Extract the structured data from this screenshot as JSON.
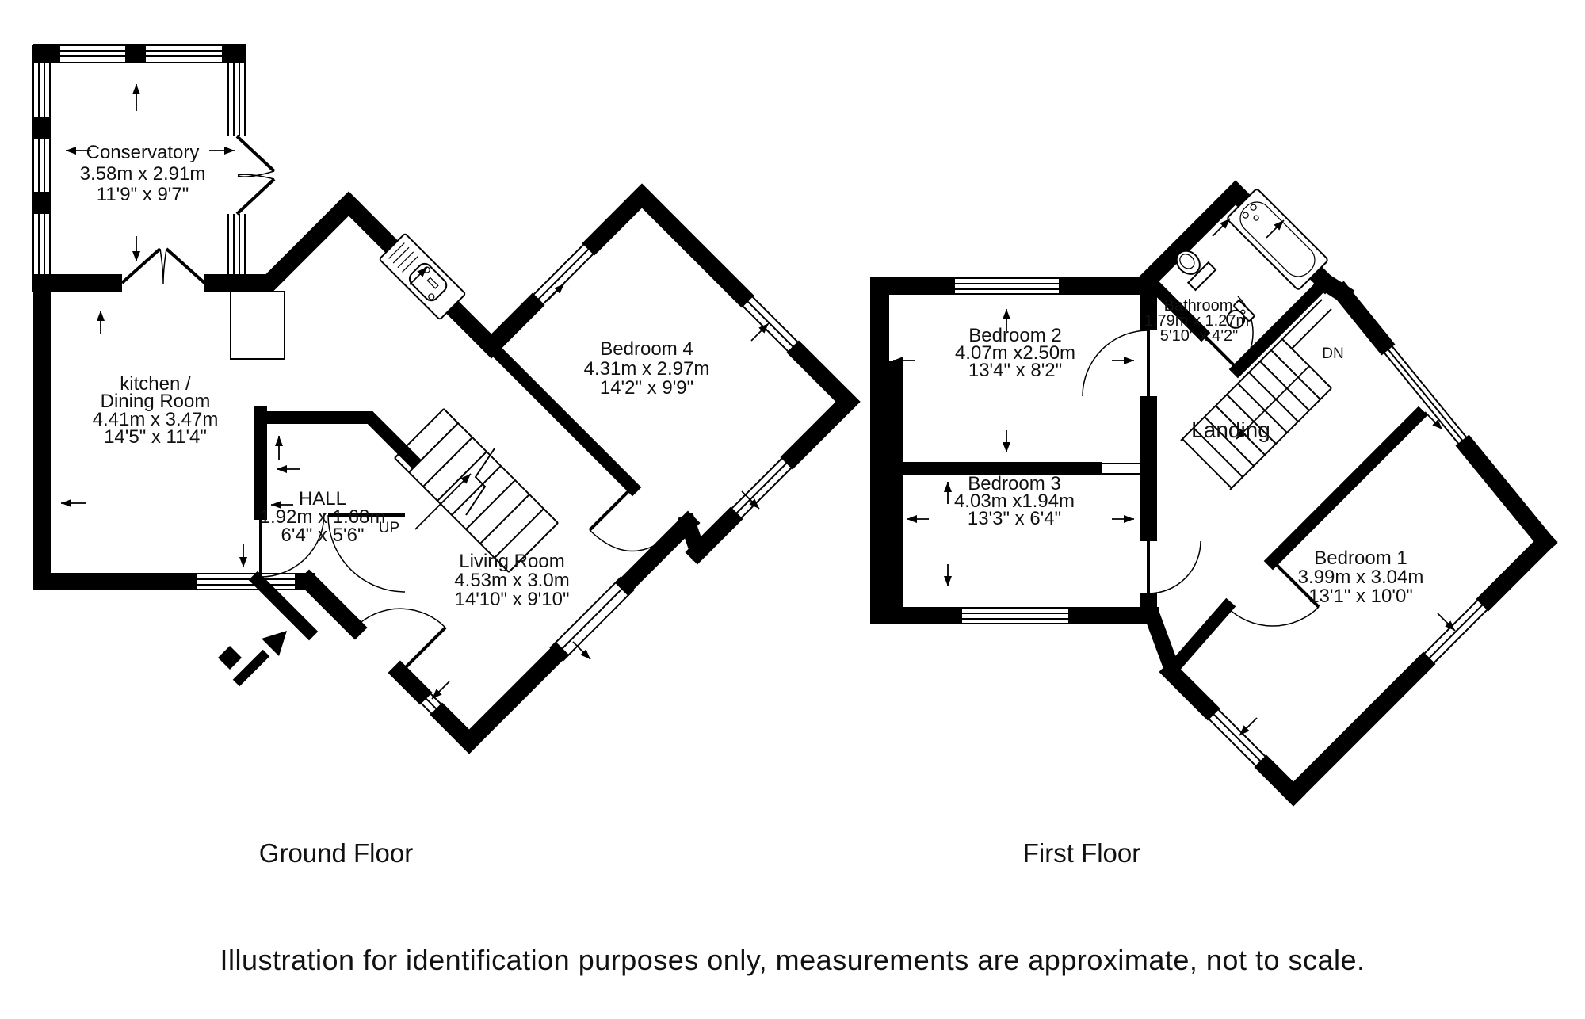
{
  "caption": "Illustration for identification purposes only, measurements are approximate, not to scale.",
  "colors": {
    "wall": "#000000",
    "background": "#ffffff",
    "text": "#111111"
  },
  "icons": {
    "entrance": "arrow-ne",
    "kitchen_sink": "sink-with-drainer",
    "bath": "bathtub",
    "toilet": "toilet",
    "basin": "round-basin"
  },
  "floors": [
    {
      "label": "Ground Floor",
      "stair_label": "UP",
      "rooms": [
        {
          "id": "conservatory",
          "name": "Conservatory",
          "metric": "3.58m x 2.91m",
          "imperial": "11'9\" x 9'7\""
        },
        {
          "id": "kitchen-dining",
          "name_line1": "kitchen /",
          "name_line2": "Dining Room",
          "metric": "4.41m x 3.47m",
          "imperial": "14'5\" x 11'4\""
        },
        {
          "id": "hall",
          "name": "HALL",
          "metric": "1.92m x 1.68m",
          "imperial": "6'4\" x 5'6\""
        },
        {
          "id": "living-room",
          "name": "Living Room",
          "metric": "4.53m x 3.0m",
          "imperial": "14'10\" x 9'10\""
        },
        {
          "id": "bedroom-4",
          "name": "Bedroom 4",
          "metric": "4.31m x 2.97m",
          "imperial": "14'2\" x 9'9\""
        }
      ]
    },
    {
      "label": "First Floor",
      "stair_label": "DN",
      "rooms": [
        {
          "id": "bedroom-2",
          "name": "Bedroom 2",
          "metric": "4.07m x2.50m",
          "imperial": "13'4\" x 8'2\""
        },
        {
          "id": "bedroom-3",
          "name": "Bedroom 3",
          "metric": "4.03m x1.94m",
          "imperial": "13'3\" x 6'4\""
        },
        {
          "id": "bathroom",
          "name": "Bathroom",
          "metric": "1.79m x 1.27m",
          "imperial": "5'10\" x 4'2\""
        },
        {
          "id": "landing",
          "name": "Landing"
        },
        {
          "id": "bedroom-1",
          "name": "Bedroom 1",
          "metric": "3.99m x 3.04m",
          "imperial": "13'1\" x 10'0\""
        }
      ]
    }
  ]
}
